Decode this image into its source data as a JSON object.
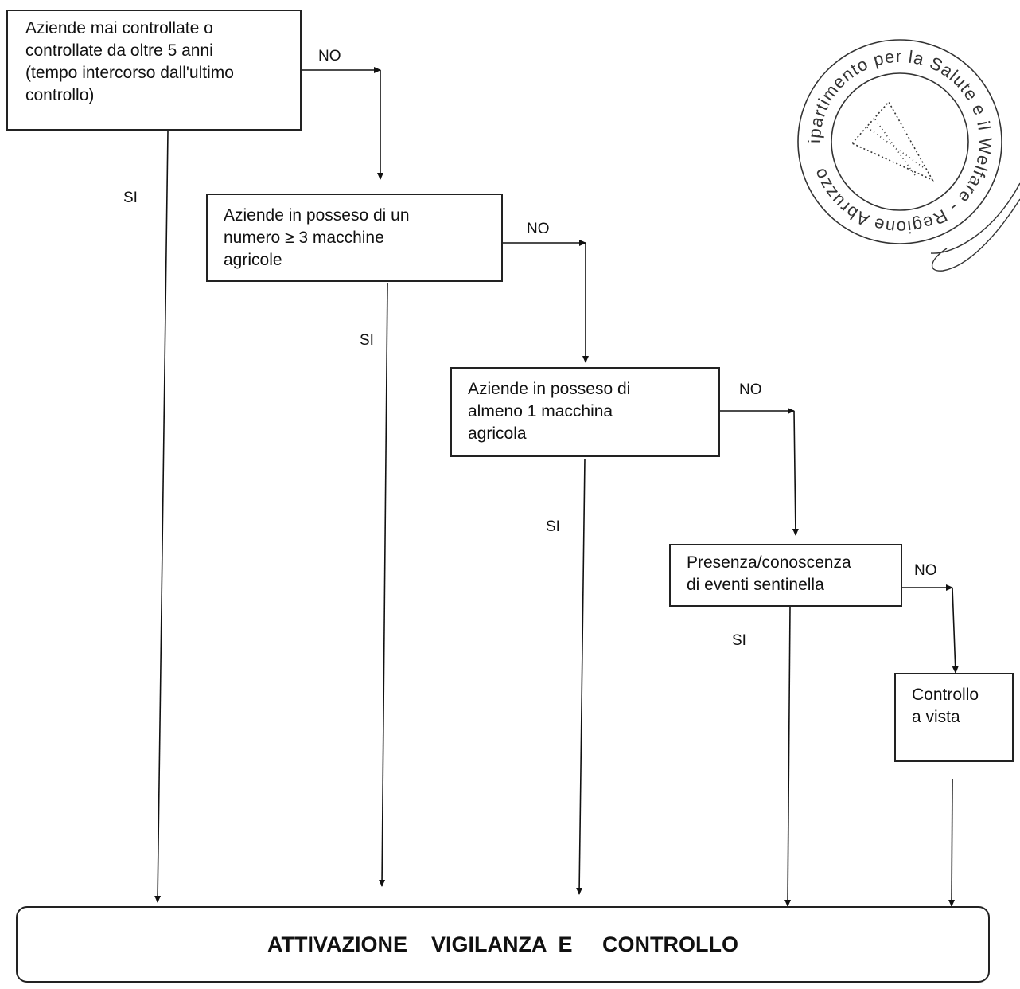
{
  "boxes": {
    "b1": "Aziende mai controllate o\ncontrollate da oltre 5 anni\n(tempo intercorso dall'ultimo\ncontrollo)",
    "b2": "Aziende in posseso di un\nnumero ≥  3 macchine\nagricole",
    "b3": "Aziende in posseso di\nalmeno 1  macchina\nagricola",
    "b4": "Presenza/conoscenza\ndi eventi sentinella",
    "b5": "Controllo\na vista"
  },
  "final": "ATTIVAZIONE    VIGILANZA  E     CONTROLLO",
  "labels": {
    "yes": "SI",
    "no": "NO"
  },
  "stamp_text": "Dipartimento per la Salute e il Welfare - Regione Abruzzo"
}
